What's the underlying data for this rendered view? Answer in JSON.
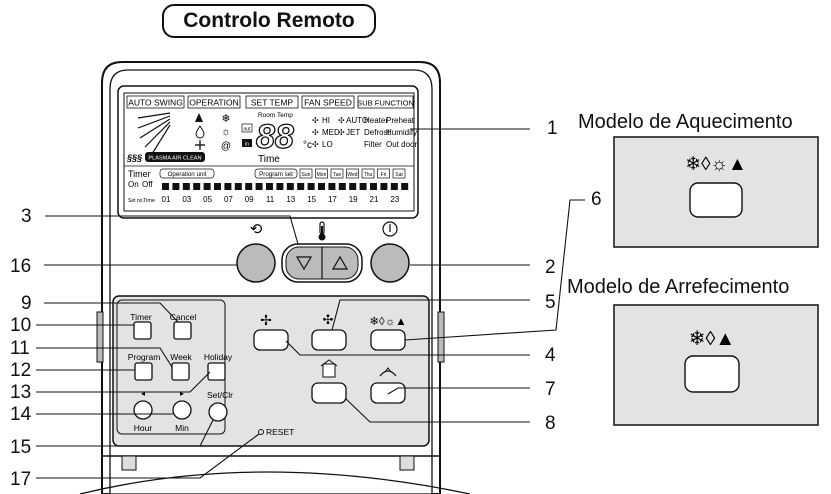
{
  "title": "Controlo Remoto",
  "heating_model": {
    "title": "Modelo de Aquecimento"
  },
  "cooling_model": {
    "title": "Modelo de Arrefecimento"
  },
  "lcd": {
    "tabs": [
      "AUTO SWING",
      "OPERATION",
      "SET TEMP",
      "FAN SPEED",
      "SUB FUNCTION"
    ],
    "room_temp_label": "Room Temp",
    "temp_digits": "88",
    "temp_unit": "°c",
    "fan_speeds": [
      "HI",
      "AUTO",
      "MED",
      "JET",
      "LO"
    ],
    "sub_functions": [
      "Heater",
      "Preheat",
      "Defrost",
      "Humidify",
      "Filter",
      "Out door"
    ],
    "small_marks": [
      "out",
      "in"
    ],
    "plasma_label": "PLASMA AIR CLEAN",
    "time_label": "Time",
    "timer_label": "Timer",
    "on_label": "On",
    "off_label": "Off",
    "operation_unit_label": "Operation unit",
    "program_set_label": "Program set",
    "days": [
      "Sun",
      "Mon",
      "Tue",
      "Wed",
      "Thu",
      "Fri",
      "Sat"
    ],
    "setno_label": "Set no.",
    "time_row_label": "Time",
    "hours": [
      "01",
      "03",
      "05",
      "07",
      "09",
      "11",
      "13",
      "15",
      "17",
      "19",
      "21",
      "23"
    ]
  },
  "buttons": {
    "timer": "Timer",
    "cancel": "Cancel",
    "program": "Program",
    "week": "Week",
    "holiday": "Holiday",
    "hour": "Hour",
    "min": "Min",
    "set_clr": "Set/Clr",
    "reset": "RESET"
  },
  "callouts": [
    "1",
    "2",
    "3",
    "4",
    "5",
    "6",
    "7",
    "8",
    "9",
    "10",
    "11",
    "12",
    "13",
    "14",
    "15",
    "16",
    "17"
  ],
  "icons": {
    "mode_symbols": [
      "snowflake-icon",
      "drop-icon",
      "sun-icon",
      "mountain-icon"
    ],
    "thermometer": "thermometer-icon",
    "power": "power-icon",
    "swing": "swing-icon",
    "fan": "fan-icon"
  }
}
